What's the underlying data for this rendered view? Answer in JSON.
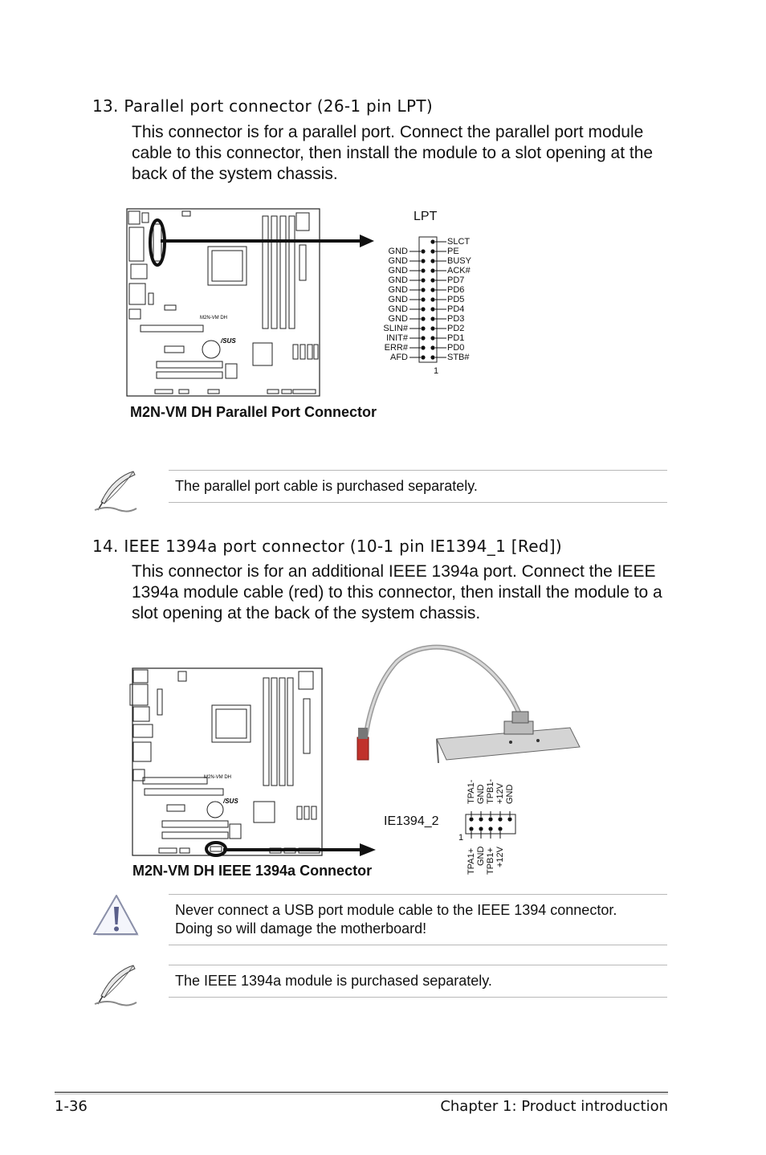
{
  "section13": {
    "title": "13. Parallel port connector (26-1 pin LPT)",
    "body": "This connector is for a parallel port. Connect the parallel port module cable to this connector, then install the module to a slot opening at the back of the system chassis."
  },
  "lpt_figure": {
    "caption": "M2N-VM DH Parallel Port Connector",
    "board_label": "M2N-VM DH",
    "board_logo": "/SUS",
    "connector_label": "LPT",
    "pin1_label": "1",
    "left_pins": [
      "GND",
      "GND",
      "GND",
      "GND",
      "GND",
      "GND",
      "GND",
      "GND",
      "SLIN#",
      "INIT#",
      "ERR#",
      "AFD"
    ],
    "right_pins": [
      "SLCT",
      "PE",
      "BUSY",
      "ACK#",
      "PD7",
      "PD6",
      "PD5",
      "PD4",
      "PD3",
      "PD2",
      "PD1",
      "PD0",
      "STB#"
    ]
  },
  "note1": {
    "icon": "pen-note-icon",
    "text": "The parallel port cable is purchased separately."
  },
  "section14": {
    "title": "14. IEEE 1394a port connector (10-1 pin IE1394_1 [Red])",
    "body": "This connector is for an additional IEEE 1394a port. Connect the IEEE 1394a module cable (red) to this connector, then install the module to a slot opening at the back of the system chassis."
  },
  "ieee_figure": {
    "caption": "M2N-VM DH IEEE 1394a Connector",
    "board_label": "M2N-VM DH",
    "board_logo": "/SUS",
    "connector_label": "IE1394_2",
    "pin1_label": "1",
    "top_pins": [
      "TPA1-",
      "GND",
      "TPB1-",
      "+12V",
      "GND"
    ],
    "bottom_pins": [
      "TPA1+",
      "GND",
      "TPB1+",
      "+12V"
    ]
  },
  "warning": {
    "icon": "warning-triangle-icon",
    "text": "Never connect a USB port module cable to the IEEE 1394 connector. Doing so will damage the motherboard!"
  },
  "note2": {
    "icon": "pen-note-icon",
    "text": "The IEEE 1394a module is purchased separately."
  },
  "footer": {
    "page_number": "1-36",
    "chapter": "Chapter 1: Product introduction"
  }
}
